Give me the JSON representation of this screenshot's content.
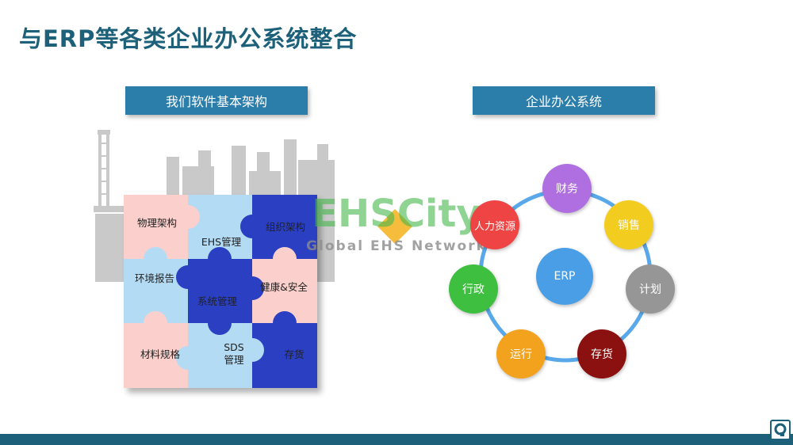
{
  "title": "与ERP等各类企业办公系统整合",
  "left_header": "我们软件基本架构",
  "right_header": "企业办公系统",
  "puzzle": {
    "pieces": [
      {
        "label": "物理架构"
      },
      {
        "label": "EHS管理"
      },
      {
        "label": "组织架构"
      },
      {
        "label": "环境报告"
      },
      {
        "label": "系统管理"
      },
      {
        "label": "健康&安全"
      },
      {
        "label": "材料规格"
      },
      {
        "label": "SDS\n管理"
      },
      {
        "label": "存货"
      }
    ]
  },
  "watermark": {
    "brand": "EHSCity",
    "tagline": "Global EHS Network"
  },
  "office": {
    "center": "ERP",
    "nodes": [
      {
        "label": "财务",
        "color": "#b06fe0"
      },
      {
        "label": "销售",
        "color": "#f2cd1f"
      },
      {
        "label": "计划",
        "color": "#969696"
      },
      {
        "label": "存货",
        "color": "#8b1010"
      },
      {
        "label": "运行",
        "color": "#f2a21c"
      },
      {
        "label": "行政",
        "color": "#3fbf3f"
      },
      {
        "label": "人力资源",
        "color": "#ee4444"
      }
    ]
  },
  "colors": {
    "accent": "#1d6079",
    "header_bg": "#2b7eaa",
    "ring": "#58a8ea",
    "erp": "#4a9ee6"
  }
}
